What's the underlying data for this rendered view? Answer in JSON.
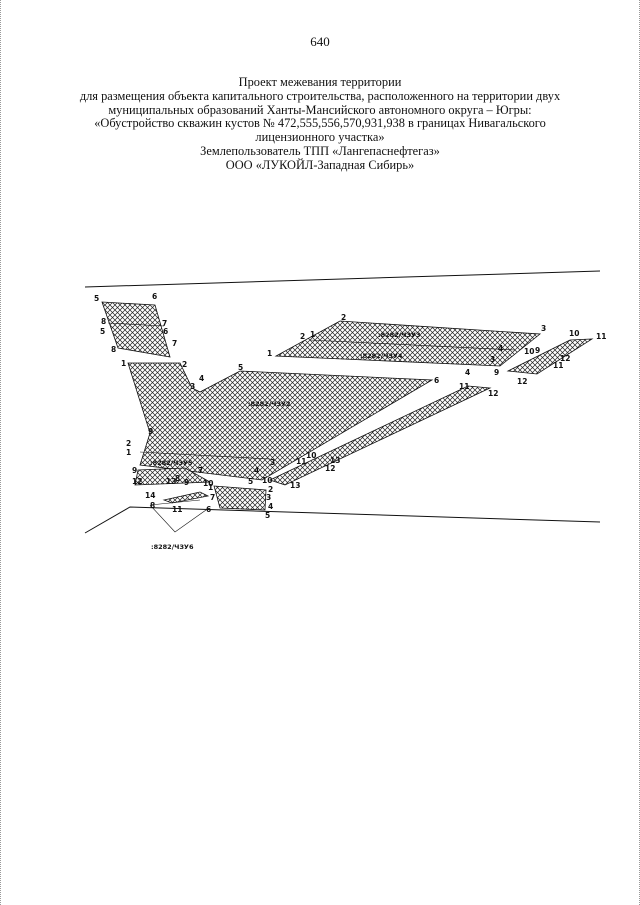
{
  "page_number": "640",
  "header_lines": [
    "Проект межевания территории",
    "для размещения объекта капитального строительства, расположенного на территории двух",
    "муниципальных образований Ханты-Мансийского автономного округа – Югры:",
    "«Обустройство скважин кустов № 472,555,556,570,931,938 в границах Нивагальского",
    "лицензионного участка»",
    "Землепользователь ТПП «Лангепаснефтегаз»",
    "ООО «ЛУКОЙЛ-Западная Сибирь»"
  ],
  "parcel_labels": {
    "p1": ":8282/ЧЗУ3",
    "p2": ":8282/ЧЗУ4",
    "p3": ":8282/ЧЗУ2",
    "p4": ":8282/ЧЗУ5",
    "p5": ":8282/ЧЗУ6"
  },
  "point_labels": [
    {
      "id": "a5",
      "t": "5"
    },
    {
      "id": "a6",
      "t": "6"
    },
    {
      "id": "a8",
      "t": "8"
    },
    {
      "id": "a7",
      "t": "7"
    },
    {
      "id": "a5b",
      "t": "5"
    },
    {
      "id": "a6b",
      "t": "6"
    },
    {
      "id": "a8b",
      "t": "8"
    },
    {
      "id": "a7b",
      "t": "7"
    },
    {
      "id": "b2",
      "t": "2"
    },
    {
      "id": "b3",
      "t": "3"
    },
    {
      "id": "b2b",
      "t": "2"
    },
    {
      "id": "b1",
      "t": "1"
    },
    {
      "id": "b1b",
      "t": "1"
    },
    {
      "id": "b4",
      "t": "4"
    },
    {
      "id": "b3b",
      "t": "3"
    },
    {
      "id": "b4b",
      "t": "4"
    },
    {
      "id": "c10",
      "t": "10"
    },
    {
      "id": "c11",
      "t": "11"
    },
    {
      "id": "c10b",
      "t": "10"
    },
    {
      "id": "c9",
      "t": "9"
    },
    {
      "id": "c12",
      "t": "12"
    },
    {
      "id": "c11b",
      "t": "11"
    },
    {
      "id": "c9b",
      "t": "9"
    },
    {
      "id": "c12b",
      "t": "12"
    },
    {
      "id": "d1",
      "t": "1"
    },
    {
      "id": "d2",
      "t": "2"
    },
    {
      "id": "d3",
      "t": "3"
    },
    {
      "id": "d4",
      "t": "4"
    },
    {
      "id": "d5",
      "t": "5"
    },
    {
      "id": "d6",
      "t": "6"
    },
    {
      "id": "d11",
      "t": "11"
    },
    {
      "id": "d12",
      "t": "12"
    },
    {
      "id": "d9",
      "t": "9"
    },
    {
      "id": "e2",
      "t": "2"
    },
    {
      "id": "e1",
      "t": "1"
    },
    {
      "id": "e9",
      "t": "9"
    },
    {
      "id": "e12",
      "t": "12"
    },
    {
      "id": "e14",
      "t": "14"
    },
    {
      "id": "e8",
      "t": "8"
    },
    {
      "id": "e13",
      "t": "13"
    },
    {
      "id": "e3",
      "t": "3"
    },
    {
      "id": "e4",
      "t": "4"
    },
    {
      "id": "e5",
      "t": "5"
    },
    {
      "id": "e7",
      "t": "7"
    },
    {
      "id": "e8b",
      "t": "8"
    },
    {
      "id": "e9b",
      "t": "9"
    },
    {
      "id": "e10",
      "t": "10"
    },
    {
      "id": "f10",
      "t": "10"
    },
    {
      "id": "f11",
      "t": "11"
    },
    {
      "id": "f10b",
      "t": "10"
    },
    {
      "id": "f13",
      "t": "13"
    },
    {
      "id": "f12",
      "t": "12"
    },
    {
      "id": "f13b",
      "t": "13"
    },
    {
      "id": "g1",
      "t": "1"
    },
    {
      "id": "g2",
      "t": "2"
    },
    {
      "id": "g3",
      "t": "3"
    },
    {
      "id": "g4",
      "t": "4"
    },
    {
      "id": "g7",
      "t": "7"
    },
    {
      "id": "g6",
      "t": "6"
    },
    {
      "id": "g5",
      "t": "5"
    },
    {
      "id": "g11",
      "t": "11"
    }
  ],
  "colors": {
    "line": "#111111",
    "hatch": "#222222",
    "background": "#ffffff"
  }
}
